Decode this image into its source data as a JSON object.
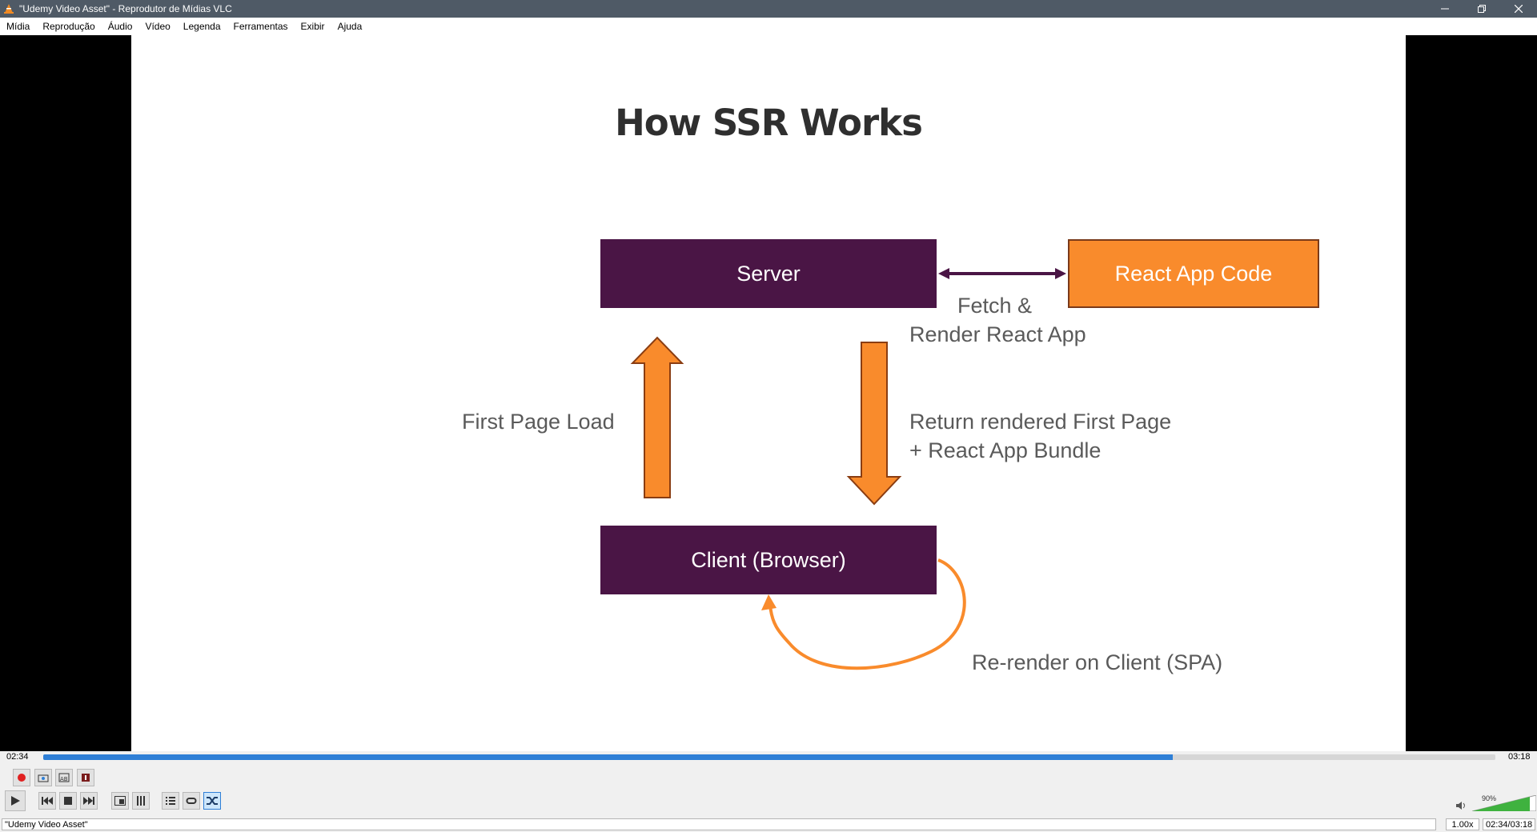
{
  "window": {
    "title": "\"Udemy Video Asset\" - Reprodutor de Mídias VLC",
    "minimize_icon": "minimize-icon",
    "restore_icon": "restore-icon",
    "close_icon": "close-icon"
  },
  "menu": {
    "items": [
      "Mídia",
      "Reprodução",
      "Áudio",
      "Vídeo",
      "Legenda",
      "Ferramentas",
      "Exibir",
      "Ajuda"
    ]
  },
  "slide": {
    "title": "How SSR Works",
    "server": "Server",
    "react_code": "React App Code",
    "client": "Client (Browser)",
    "fetch_line1": "Fetch &",
    "fetch_line2": "Render React App",
    "first_page_load": "First Page Load",
    "return_line1": "Return rendered First Page",
    "return_line2": "+ React App Bundle",
    "rerender": "Re-render on Client (SPA)",
    "colors": {
      "purple": "#4a1545",
      "orange": "#f98b2c",
      "text": "#5a5a5a"
    }
  },
  "player": {
    "elapsed": "02:34",
    "total": "03:18",
    "progress": 0.778,
    "volume_label": "90%",
    "volume_level": 0.9,
    "speed": "1.00x",
    "time_readout": "02:34/03:18",
    "status_text": "\"Udemy Video Asset\"",
    "accent": "#2f7fd6"
  }
}
